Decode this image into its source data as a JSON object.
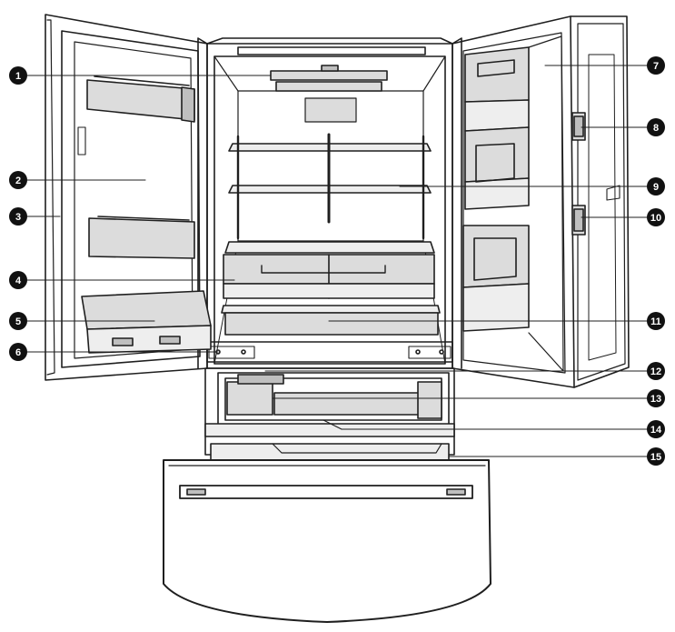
{
  "diagram": {
    "subject": "French door refrigerator, doors open, freezer drawer pulled out",
    "colors": {
      "line": "#1f1f1f",
      "shade": "#dcdcdc",
      "shade_dark": "#bfbfbf",
      "callout": "#111111",
      "callout_text": "#ffffff"
    },
    "callouts": [
      {
        "number": "1"
      },
      {
        "number": "2"
      },
      {
        "number": "3"
      },
      {
        "number": "4"
      },
      {
        "number": "5"
      },
      {
        "number": "6"
      },
      {
        "number": "7"
      },
      {
        "number": "8"
      },
      {
        "number": "9"
      },
      {
        "number": "10"
      },
      {
        "number": "11"
      },
      {
        "number": "12"
      },
      {
        "number": "13"
      },
      {
        "number": "14"
      },
      {
        "number": "15"
      }
    ]
  }
}
